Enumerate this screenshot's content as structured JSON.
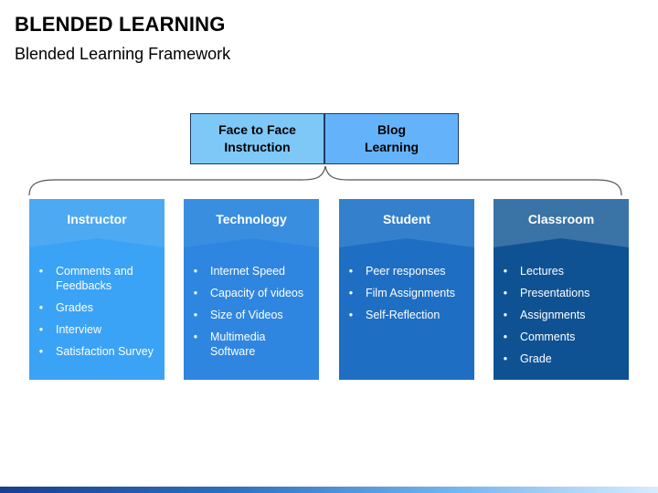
{
  "title": "BLENDED LEARNING",
  "subtitle": "Blended Learning Framework",
  "top_boxes": [
    {
      "label": "Face to Face\nInstruction",
      "color": "#7ec8f8"
    },
    {
      "label": "Blog\nLearning",
      "color": "#64b3fa"
    }
  ],
  "columns": [
    {
      "header": "Instructor",
      "header_color": "#4da9f2",
      "body_color": "#3aa3f5",
      "items": [
        "Comments and Feedbacks",
        "Grades",
        "Interview",
        "Satisfaction Survey"
      ]
    },
    {
      "header": "Technology",
      "header_color": "#3a8ee0",
      "body_color": "#2f86e0",
      "items": [
        "Internet Speed",
        "Capacity of videos",
        "Size of Videos",
        "Multimedia Software"
      ]
    },
    {
      "header": "Student",
      "header_color": "#3580cc",
      "body_color": "#1e6fc3",
      "items": [
        "Peer responses",
        "Film Assignments",
        "Self-Reflection"
      ]
    },
    {
      "header": "Classroom",
      "header_color": "#3a73a6",
      "body_color": "#0f5294",
      "items": [
        "Lectures",
        "Presentations",
        "Assignments",
        "Comments",
        "Grade"
      ]
    }
  ]
}
